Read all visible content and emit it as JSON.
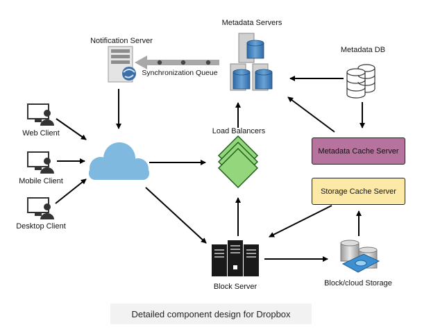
{
  "nodes": {
    "metadata_servers": "Metadata Servers",
    "notification_server": "Notification Server",
    "metadata_db": "Metadata DB",
    "sync_queue": "Synchronization Queue",
    "web_client": "Web Client",
    "mobile_client": "Mobile Client",
    "desktop_client": "Desktop Client",
    "load_balancers": "Load Balancers",
    "metadata_cache_server": "Metadata Cache Server",
    "storage_cache_server": "Storage Cache Server",
    "block_server": "Block Server",
    "block_cloud_storage": "Block/cloud Storage"
  },
  "caption": "Detailed component design for Dropbox",
  "colors": {
    "cloud": "#7fb9e0",
    "load_balancer": "#94d67c",
    "metadata_cache": "#b6739e",
    "storage_cache": "#fde9a6",
    "db_blue": "#3d78b4",
    "queue_gray": "#a8a8a8"
  },
  "icons": {
    "client": "monitor-user-icon",
    "notification": "server-tower-icon",
    "metadata_servers": "database-server-icon",
    "metadata_db": "database-cylinder-icon",
    "cloud": "cloud-icon",
    "load_balancer": "stacked-diamond-icon",
    "block_server": "server-rack-icon",
    "storage": "storage-drive-icon"
  }
}
